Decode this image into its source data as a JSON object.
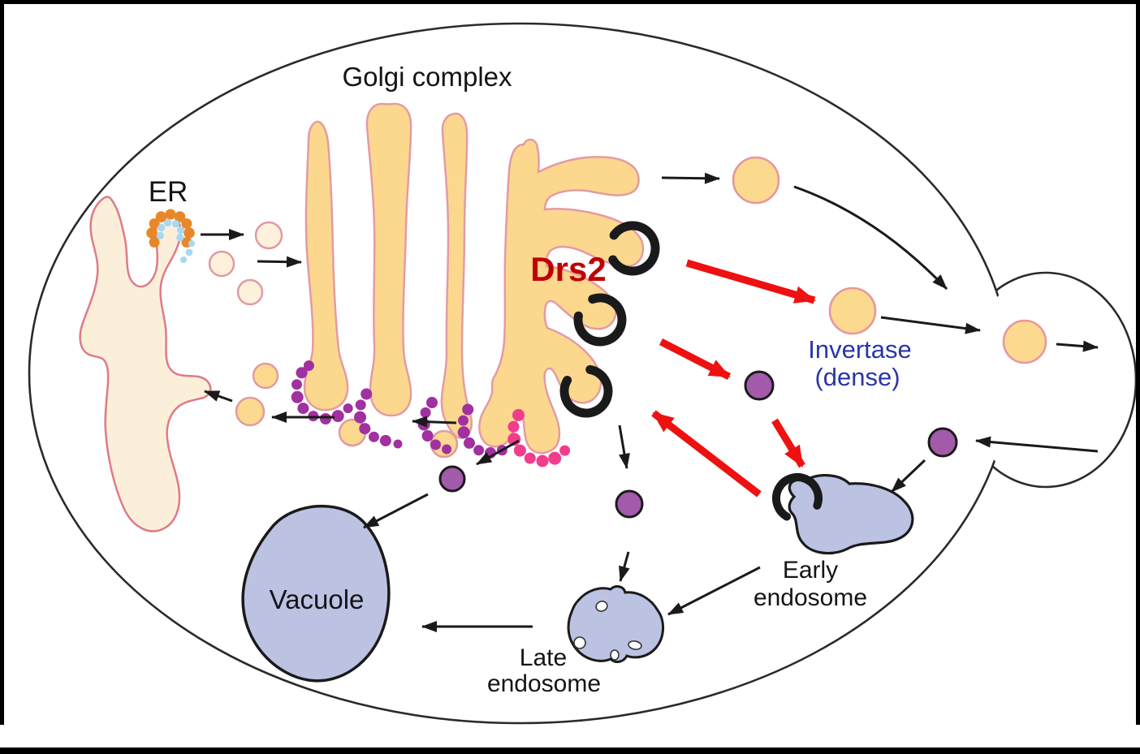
{
  "labels": {
    "golgi_complex": "Golgi complex",
    "er": "ER",
    "drs2": "Drs2",
    "invertase_line1": "Invertase",
    "invertase_line2": "(dense)",
    "early_endosome_line1": "Early",
    "early_endosome_line2": "endosome",
    "late_endosome_line1": "Late",
    "late_endosome_line2": "endosome",
    "vacuole": "Vacuole"
  },
  "colors": {
    "golgi_fill": "#FBD88E",
    "golgi_outline": "#E59AA4",
    "er_fill": "#FCEFD9",
    "er_outline": "#DE7B88",
    "pale_vesicle_fill": "#FDF1DC",
    "endosome_fill": "#BCC2E2",
    "endosome_outline": "#1A1A1A",
    "purple_vesicle_fill": "#A35AAB",
    "copi_coat_dot": "#A130A0",
    "pink_coat_dot": "#F23C8C",
    "copii_coat": "#E8872A",
    "copii_dot": "#A8D8F0",
    "clathrin_coat": "#1A1A1A",
    "drs2_label": "#C00000",
    "invertase_label": "#2B35A8",
    "red_arrow": "#EE1111",
    "black_arrow": "#1A1A1A",
    "cell_outline": "#2A2A2A",
    "frame": "#000000"
  }
}
